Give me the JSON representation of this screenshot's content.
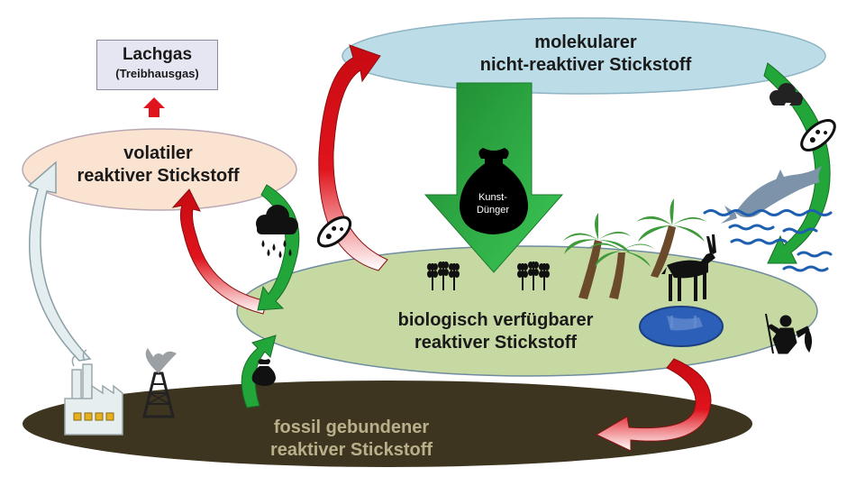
{
  "nodes": {
    "lachgas": {
      "title": "Lachgas",
      "subtitle": "(Treibhausgas)"
    },
    "molecular": {
      "line1": "molekularer",
      "line2": "nicht-reaktiver Stickstoff"
    },
    "volatile": {
      "line1": "volatiler",
      "line2": "reaktiver Stickstoff"
    },
    "bio": {
      "line1": "biologisch verfügbarer",
      "line2": "reaktiver Stickstoff"
    },
    "fossil": {
      "line1": "fossil gebundener",
      "line2": "reaktiver Stickstoff"
    }
  },
  "fertilizer": {
    "line1": "Kunst-",
    "line2": "Dünger"
  },
  "colors": {
    "molecular_fill": "#bcdde8",
    "volatile_fill": "#fbe3d2",
    "bio_fill": "#c6d9a3",
    "fossil_fill": "#3d3520",
    "fossil_text": "#b8b08a",
    "flow_green": "#22a63a",
    "flow_red": "#e0141c",
    "emission_gray": "#b8c8cc",
    "water_blue": "#1f5fb0"
  },
  "icons": [
    "storm-cloud-icon",
    "bacterium-icon",
    "dolphin-icon",
    "waves-icon",
    "rain-cloud-icon",
    "wheat-icon",
    "palm-tree-icon",
    "antelope-icon",
    "water-pond-icon",
    "fisherman-icon",
    "factory-icon",
    "oil-rig-icon",
    "fertilizer-sack-icon"
  ]
}
